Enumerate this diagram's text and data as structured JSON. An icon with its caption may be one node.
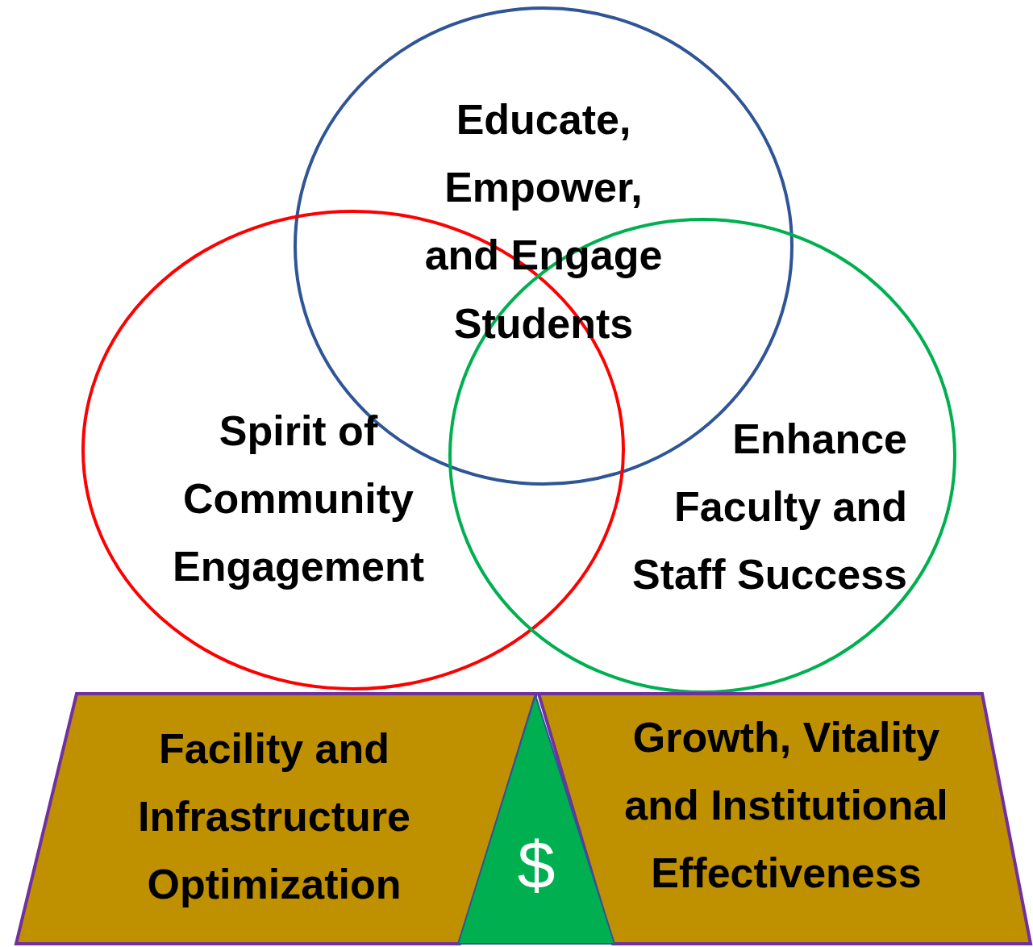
{
  "diagram": {
    "nodes": [
      {
        "text": [
          "Educate, Empower, and Engage Students"
        ]
      },
      {
        "text": [
          "Spirit of Community Engagement"
        ]
      },
      {
        "text": [
          "Enhance Faculty and Staff Success"
        ]
      },
      {
        "text": [
          "Facility and Infrastructure Optimization"
        ]
      },
      {
        "text": [
          "Growth, Vitality and Institutional Effectiveness"
        ]
      },
      {
        "text": [
          "$"
        ]
      }
    ]
  }
}
